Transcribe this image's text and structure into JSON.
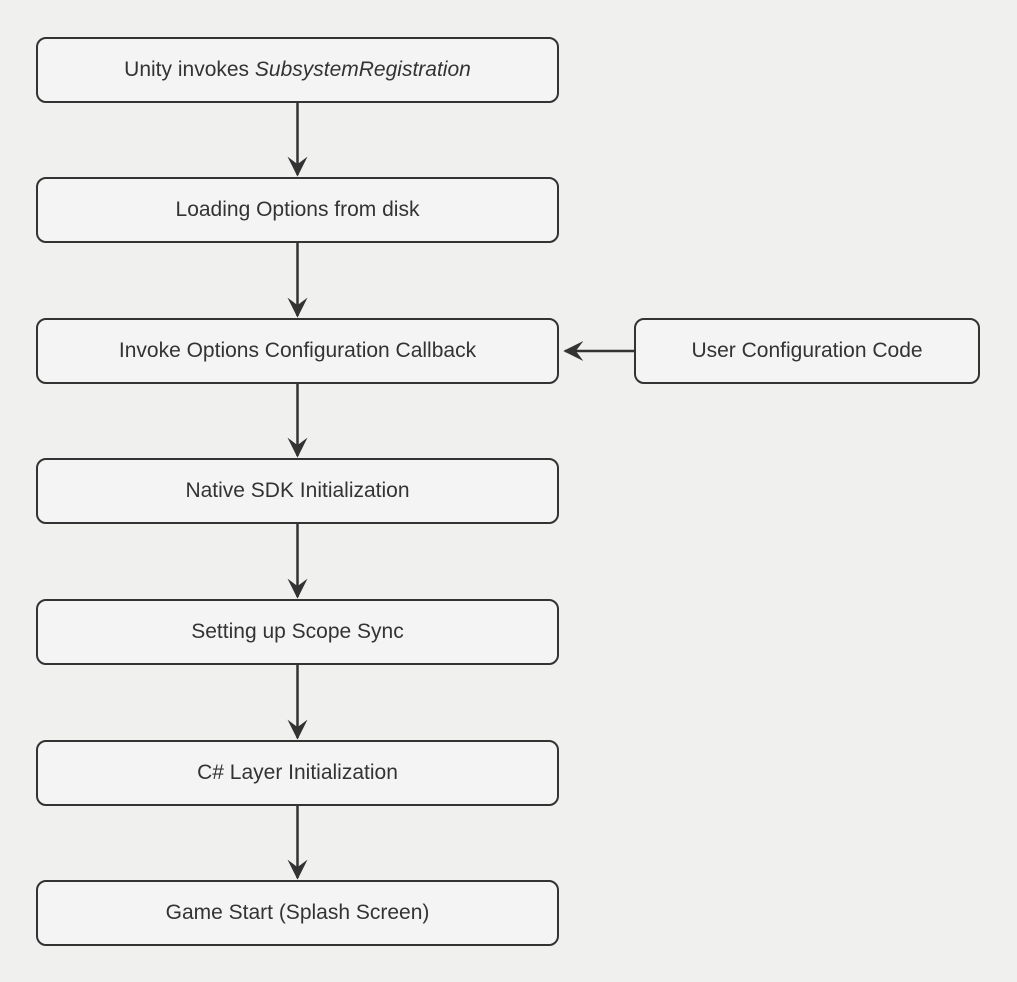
{
  "diagram": {
    "type": "flowchart",
    "direction": "top-down",
    "nodes": [
      {
        "id": "n1",
        "text_before_italic": "Unity invokes ",
        "text_italic": "SubsystemRegistration"
      },
      {
        "id": "n2",
        "label": "Loading Options from disk"
      },
      {
        "id": "n3",
        "label": "Invoke Options Configuration Callback"
      },
      {
        "id": "n4",
        "label": "Native SDK Initialization"
      },
      {
        "id": "n5",
        "label": "Setting up Scope Sync"
      },
      {
        "id": "n6",
        "label": "C# Layer Initialization"
      },
      {
        "id": "n7",
        "label": "Game Start (Splash Screen)"
      }
    ],
    "side_node": {
      "id": "user_config",
      "label": "User Configuration Code"
    },
    "edges": [
      {
        "from": "n1",
        "to": "n2"
      },
      {
        "from": "n2",
        "to": "n3"
      },
      {
        "from": "user_config",
        "to": "n3"
      },
      {
        "from": "n3",
        "to": "n4"
      },
      {
        "from": "n4",
        "to": "n5"
      },
      {
        "from": "n5",
        "to": "n6"
      },
      {
        "from": "n6",
        "to": "n7"
      }
    ],
    "colors": {
      "background": "#f0f0ee",
      "node_fill": "#f4f4f4",
      "node_border": "#333333",
      "edge": "#333333",
      "text": "#333333"
    }
  }
}
